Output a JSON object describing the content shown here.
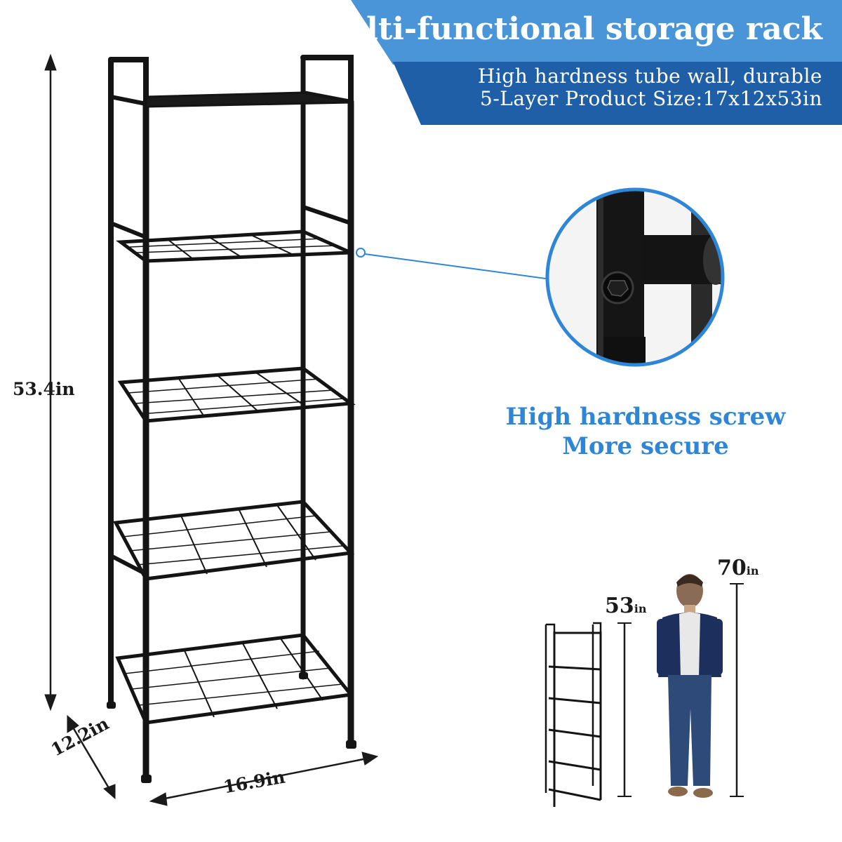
{
  "banner": {
    "title": "Multi-functional storage rack",
    "subtitle_line1": "High hardness tube wall, durable",
    "subtitle_line2": "5-Layer Product Size:17x12x53in",
    "colors": {
      "dark_blue": "#1f5fa8",
      "light_blue": "#4a94d8"
    }
  },
  "dimensions": {
    "height": "53.4in",
    "depth": "12.2in",
    "width": "16.9in"
  },
  "callout": {
    "line1": "High hardness screw",
    "line2": "More secure",
    "accent": "#2f86d6"
  },
  "comparison": {
    "rack_height_value": "53",
    "rack_height_unit": "in",
    "person_height_value": "70",
    "person_height_unit": "in"
  }
}
